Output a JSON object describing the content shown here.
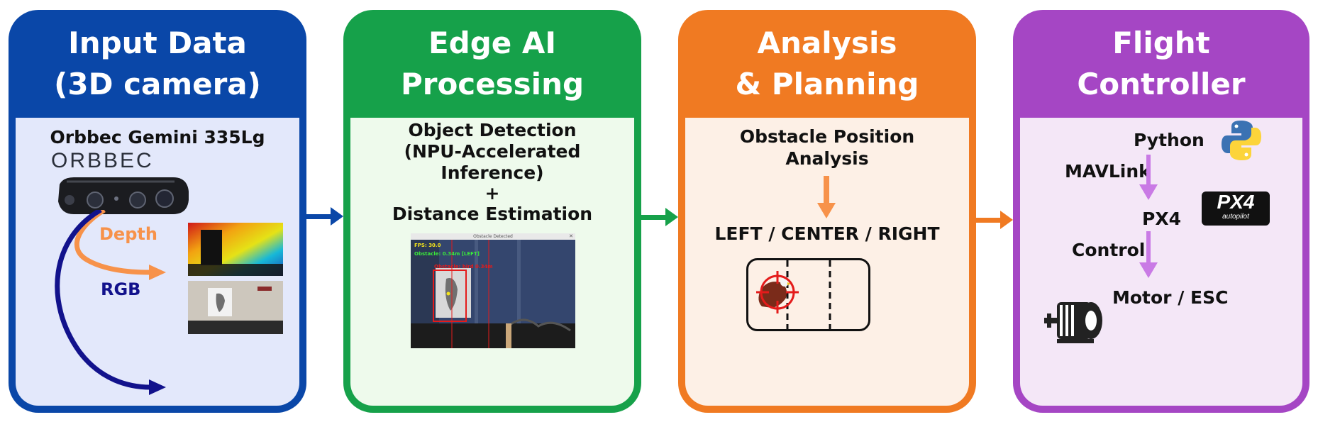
{
  "cards": [
    {
      "title_line1": "Input Data",
      "title_line2": "(3D camera)",
      "device": "Orbbec Gemini 335Lg",
      "brand_logo_text": "ORBBEC",
      "depth_label": "Depth",
      "rgb_label": "RGB",
      "color": "#0a47a8"
    },
    {
      "title_line1": "Edge AI",
      "title_line2": "Processing",
      "line1": "Object Detection",
      "line2": "(NPU-Accelerated",
      "line3": "Inference)",
      "plus": "+",
      "line4": "Distance Estimation",
      "screenshot": {
        "window_title": "Obstacle Detected",
        "fps_text": "FPS: 30.0",
        "obstacle_text": "Obstacle: 0.34m [LEFT]",
        "box_label": "Obstacle: bird 0.34m"
      },
      "color": "#16a14a"
    },
    {
      "title_line1": "Analysis",
      "title_line2": "& Planning",
      "line1": "Obstacle Position",
      "line2": "Analysis",
      "zones_text": "LEFT / CENTER / RIGHT",
      "color": "#f07a22"
    },
    {
      "title_line1": "Flight",
      "title_line2": "Controller",
      "python_label": "Python",
      "mavlink_label": "MAVLink",
      "px4_label": "PX4",
      "control_label": "Control",
      "motor_label": "Motor / ESC",
      "px4_logo_text": "PX4",
      "px4_logo_sub": "autopilot",
      "color": "#a546c4"
    }
  ]
}
